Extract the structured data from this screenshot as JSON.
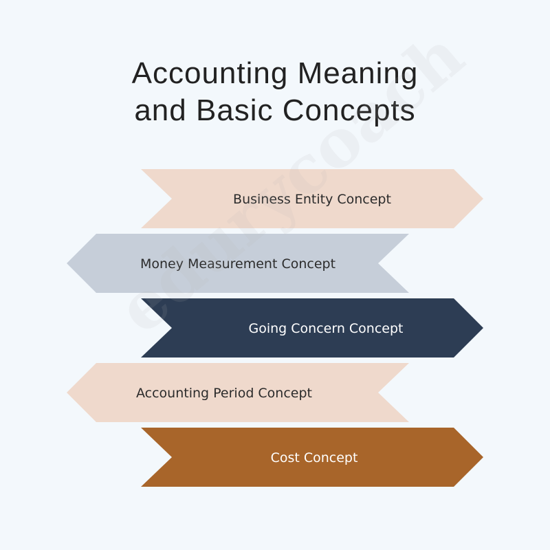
{
  "title_line1": "Accounting Meaning",
  "title_line2": "and Basic Concepts",
  "watermark": "edurycoach",
  "items": [
    {
      "label": "Business Entity Concept",
      "direction": "right",
      "fill": "#efd9cc",
      "text_color": "#2b2b2b"
    },
    {
      "label": "Money Measurement Concept",
      "direction": "left",
      "fill": "#c6ced9",
      "text_color": "#2b2b2b"
    },
    {
      "label": "Going Concern Concept",
      "direction": "right",
      "fill": "#2d3d54",
      "text_color": "#ffffff"
    },
    {
      "label": "Accounting Period Concept",
      "direction": "left",
      "fill": "#efd9cc",
      "text_color": "#2b2b2b"
    },
    {
      "label": "Cost Concept",
      "direction": "right",
      "fill": "#a8652a",
      "text_color": "#ffffff"
    }
  ]
}
